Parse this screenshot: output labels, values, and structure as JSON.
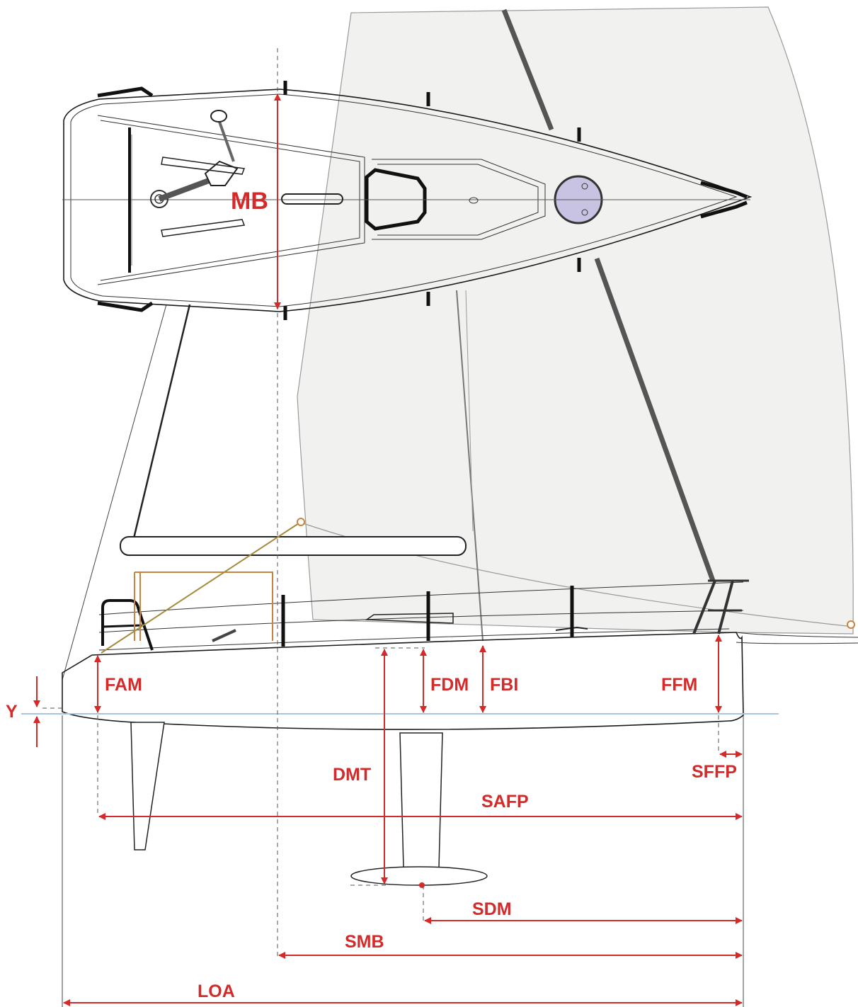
{
  "labels": {
    "mb": "MB",
    "fam": "FAM",
    "fdm": "FDM",
    "fbi": "FBI",
    "ffm": "FFM",
    "y": "Y",
    "dmt": "DMT",
    "sffp": "SFFP",
    "safp": "SAFP",
    "sdm": "SDM",
    "smb": "SMB",
    "loa": "LOA"
  },
  "colors": {
    "dimension": "#d42a2a",
    "waterline": "#a8c4de",
    "sail": "#f1f1ef",
    "hatch": "#c9c3e3",
    "backstay": "#a58a3a",
    "traveller": "#c9833f"
  }
}
